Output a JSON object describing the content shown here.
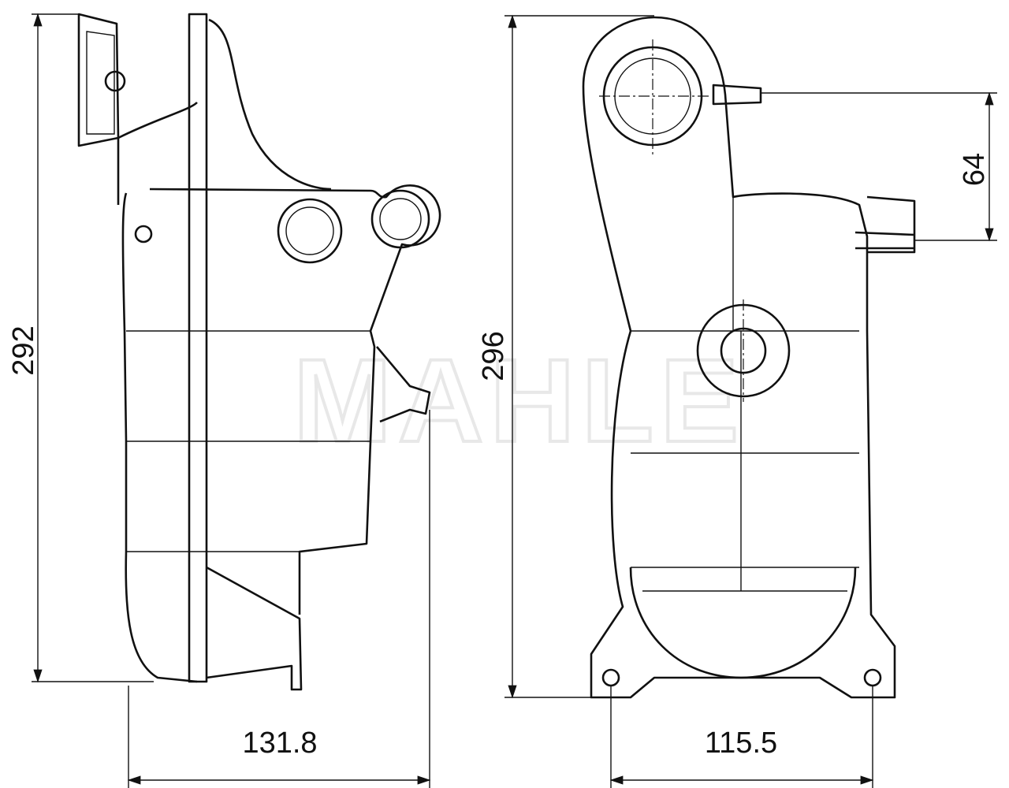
{
  "watermark": "MAHLE",
  "left_view": {
    "height_dimension": "292",
    "width_dimension": "131.8"
  },
  "right_view": {
    "height_dimension": "296",
    "width_dimension": "115.5",
    "port_offset_dimension": "64"
  }
}
